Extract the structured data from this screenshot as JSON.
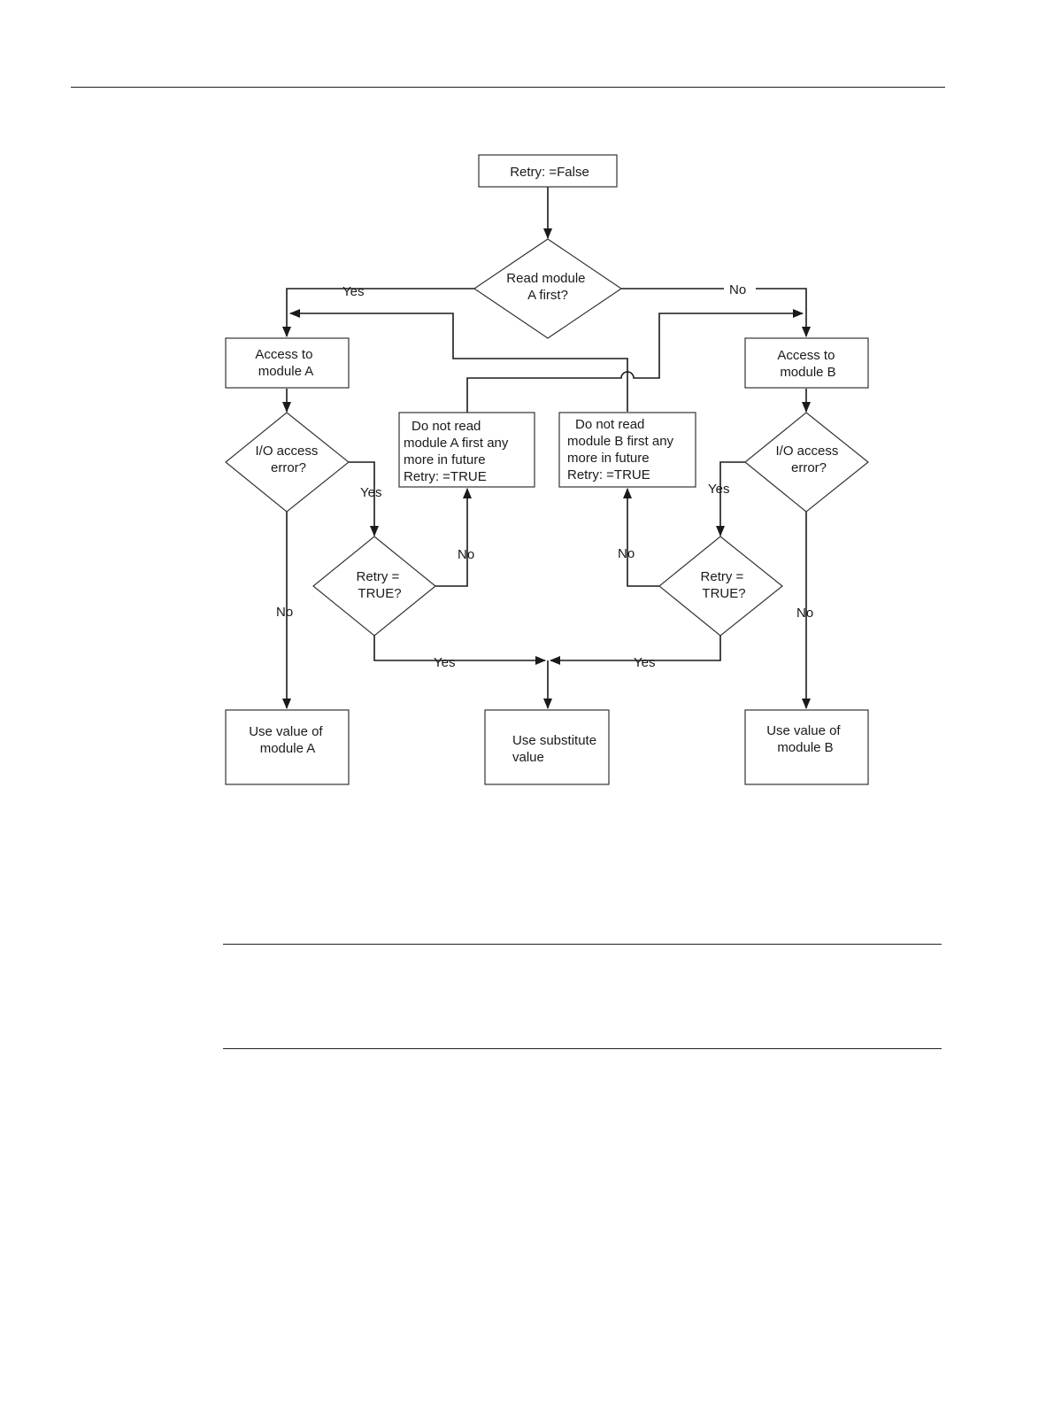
{
  "flowchart": {
    "nodes": {
      "retry_false": {
        "lines": [
          "Retry: =False"
        ]
      },
      "read_a_first": {
        "lines": [
          "Read module",
          "A first?"
        ]
      },
      "access_a": {
        "lines": [
          "Access to",
          "module A"
        ]
      },
      "access_b": {
        "lines": [
          "Access to",
          "module B"
        ]
      },
      "io_error_a": {
        "lines": [
          "I/O access",
          "error?"
        ]
      },
      "io_error_b": {
        "lines": [
          "I/O access",
          "error?"
        ]
      },
      "dont_read_a": {
        "lines": [
          "Do not read",
          "module A first any",
          "more in future",
          "Retry: =TRUE"
        ]
      },
      "dont_read_b": {
        "lines": [
          "Do not read",
          "module B first any",
          "more in future",
          "Retry: =TRUE"
        ]
      },
      "retry_true_a": {
        "lines": [
          "Retry =",
          "TRUE?"
        ]
      },
      "retry_true_b": {
        "lines": [
          "Retry =",
          "TRUE?"
        ]
      },
      "use_value_a": {
        "lines": [
          "Use value of",
          "module A"
        ]
      },
      "use_substitute": {
        "lines": [
          "Use substitute",
          "value"
        ]
      },
      "use_value_b": {
        "lines": [
          "Use value of",
          "module B"
        ]
      }
    },
    "labels": {
      "yes_top": "Yes",
      "no_top": "No",
      "yes_io_a": "Yes",
      "yes_io_b": "Yes",
      "no_retry_a": "No",
      "no_retry_b": "No",
      "no_io_a": "No",
      "no_io_b": "No",
      "yes_retry_a": "Yes",
      "yes_retry_b": "Yes"
    }
  }
}
